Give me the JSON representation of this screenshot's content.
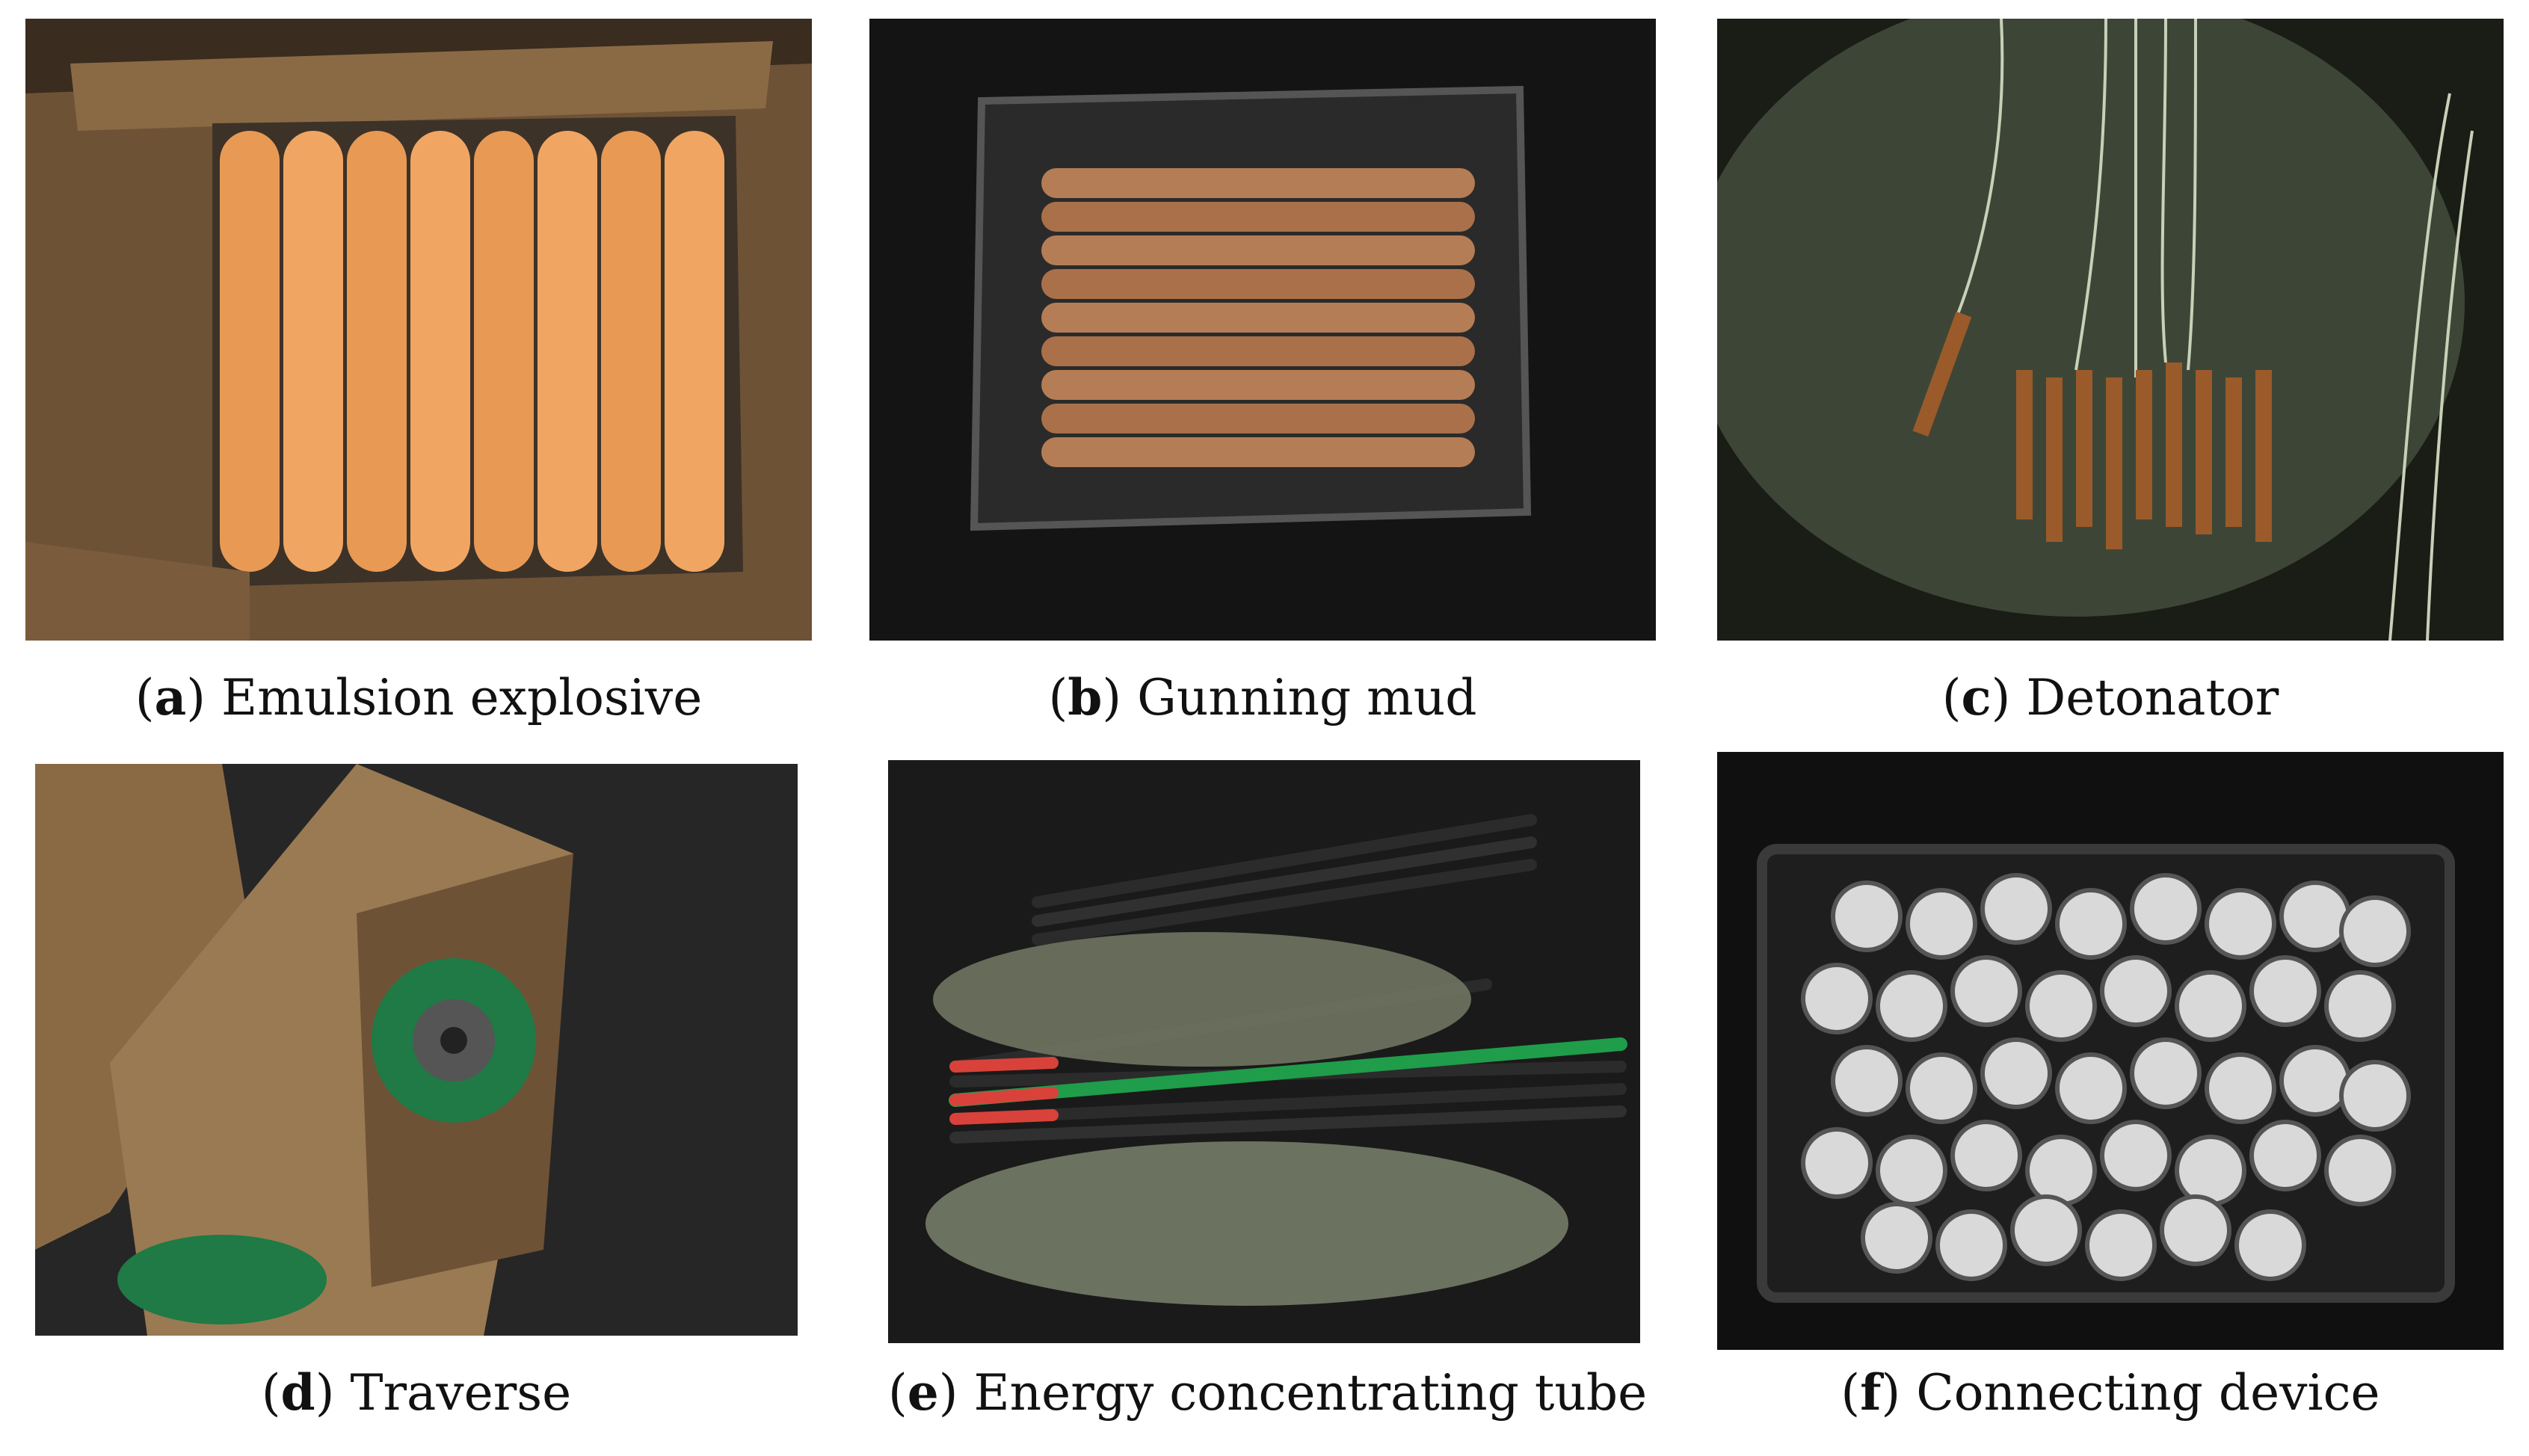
{
  "figure": {
    "panels": [
      {
        "letter": "a",
        "caption": "Emulsion explosive"
      },
      {
        "letter": "b",
        "caption": "Gunning mud"
      },
      {
        "letter": "c",
        "caption": "Detonator"
      },
      {
        "letter": "d",
        "caption": "Traverse"
      },
      {
        "letter": "e",
        "caption": "Energy concentrating tube"
      },
      {
        "letter": "f",
        "caption": "Connecting device"
      }
    ],
    "colors": {
      "cardboard": "#8a6a45",
      "explosive": "#e89a55",
      "mud": "#b57d55",
      "detonator": "#9a5a2a",
      "tube_red": "#d9423a",
      "tube_green": "#1f9d4a",
      "connector": "#d9d9d9"
    }
  }
}
